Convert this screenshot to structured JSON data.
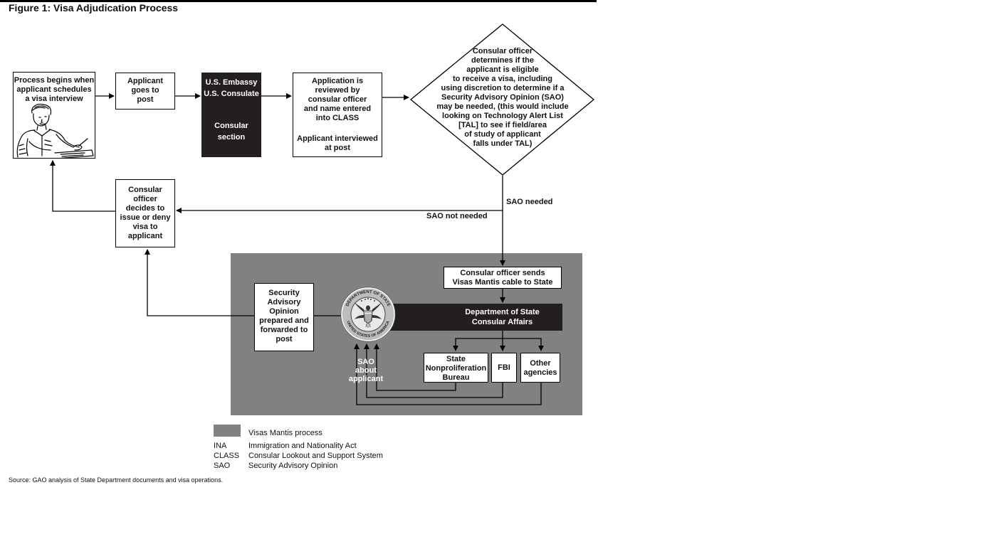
{
  "figure": {
    "title": "Figure 1: Visa Adjudication Process",
    "source": "Source: GAO analysis of State Department documents and visa operations."
  },
  "nodes": {
    "start": [
      "Process begins when",
      "applicant schedules",
      "a visa interview"
    ],
    "goes_to_post": [
      "Applicant",
      "goes to",
      "post"
    ],
    "embassy": [
      "U.S. Embassy",
      "U.S. Consulate"
    ],
    "consular_section": [
      "Consular",
      "section"
    ],
    "review": [
      "Application is",
      "reviewed by",
      "consular officer",
      "and name entered",
      "into CLASS"
    ],
    "interview": [
      "Applicant interviewed",
      "at post"
    ],
    "decision": [
      "Consular officer",
      "determines if the",
      "applicant is eligible",
      "to receive a visa, including",
      "using discretion to determine if a",
      "Security Advisory Opinion (SAO)",
      "may be needed, (this would include",
      "looking on Technology Alert List",
      "[TAL] to see if field/area",
      "of study of applicant",
      "falls under TAL)"
    ],
    "issue_deny": [
      "Consular",
      "officer",
      "decides to",
      "issue or deny",
      "visa to",
      "applicant"
    ],
    "cable": [
      "Consular officer sends",
      "Visas Mantis cable to State"
    ],
    "dos": [
      "Department of State",
      "Consular Affairs"
    ],
    "sao_prepared": [
      "Security",
      "Advisory",
      "Opinion",
      "prepared and",
      "forwarded to",
      "post"
    ],
    "state_np": [
      "State",
      "Nonproliferation",
      "Bureau"
    ],
    "fbi": "FBI",
    "other": [
      "Other",
      "agencies"
    ],
    "sao_about": [
      "SAO",
      "about",
      "applicant"
    ]
  },
  "edges": {
    "sao_needed": "SAO needed",
    "sao_not_needed": "SAO not needed"
  },
  "seal": {
    "ring_top": "DEPARTMENT OF STATE",
    "ring_bottom": "UNITED STATES OF AMERICA"
  },
  "legend": {
    "shaded_label": "Visas Mantis process",
    "abbreviations": [
      {
        "abbr": "INA",
        "meaning": "Immigration and Nationality Act"
      },
      {
        "abbr": "CLASS",
        "meaning": "Consular Lookout and Support System"
      },
      {
        "abbr": "SAO",
        "meaning": "Security Advisory Opinion"
      }
    ]
  },
  "colors": {
    "shaded_region": "#818182",
    "dark_box": "#231f20"
  },
  "icons": {
    "person": "person-writing-illustration",
    "seal": "department-of-state-seal"
  }
}
